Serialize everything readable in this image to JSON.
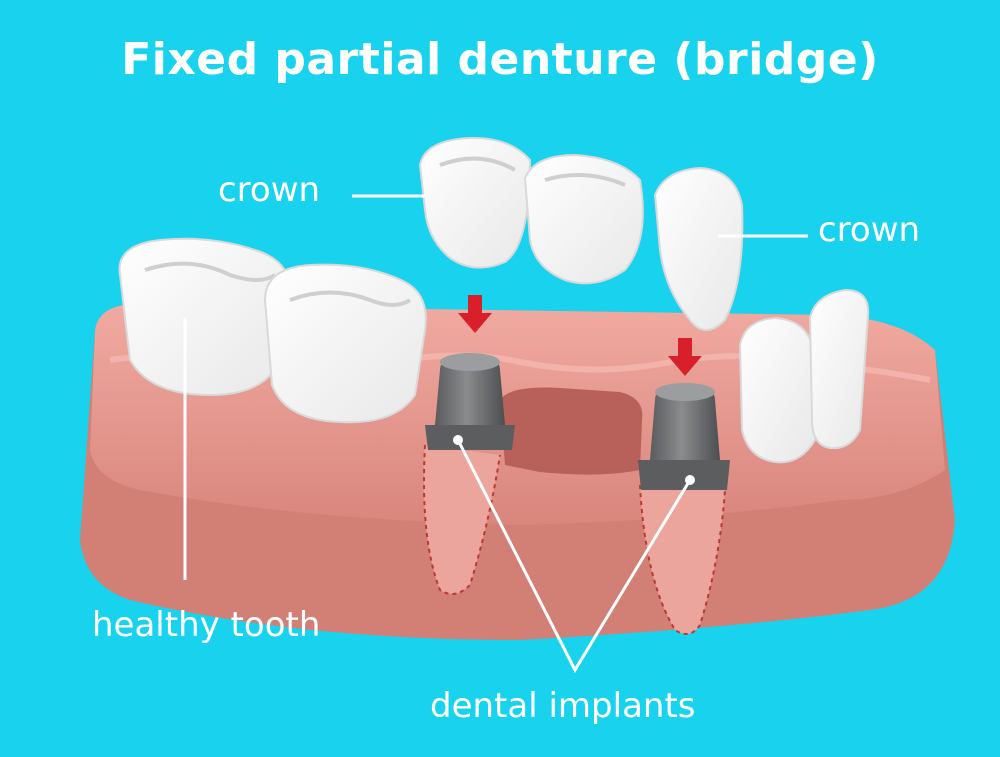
{
  "title": "Fixed partial denture (bridge)",
  "labels": {
    "crown_left": "crown",
    "crown_right": "crown",
    "healthy_tooth": "healthy tooth",
    "dental_implants": "dental implants"
  },
  "colors": {
    "background": "#19d3ee",
    "gum": "#e59a92",
    "gum_dark": "#cf7b72",
    "tooth": "#ffffff",
    "implant": "#6d6e70",
    "arrow": "#d7202a",
    "label_text": "#ffffff"
  }
}
